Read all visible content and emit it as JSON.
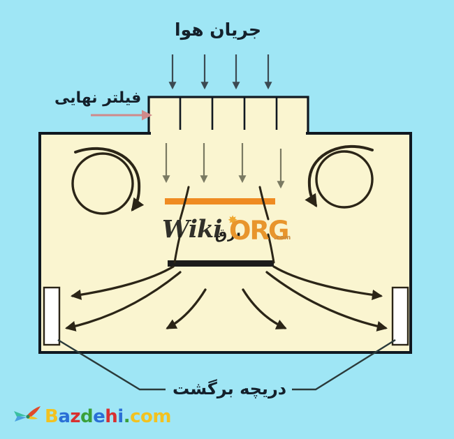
{
  "diagram": {
    "type": "cleanroom-unidirectional-airflow-schematic",
    "background_color": "#9fe6f5",
    "room_fill_color": "#faf5d0",
    "room_stroke_color": "#101820",
    "labels": {
      "airflow": "جریان هوا",
      "final_filter": "فیلتر نهایی",
      "return_damper": "دریچه برگشت"
    },
    "filter_box": {
      "cells": 5,
      "fill": "#faf5d0",
      "stroke": "#101820"
    },
    "diffuser_bars": [
      {
        "name": "orange-bar",
        "color": "#ef8b22"
      },
      {
        "name": "black-bar",
        "color": "#1c1c1c"
      }
    ],
    "vortices": [
      {
        "name": "left-vortex",
        "direction": "clockwise"
      },
      {
        "name": "right-vortex",
        "direction": "counter-clockwise"
      }
    ],
    "return_grilles": [
      {
        "name": "left-return-grille",
        "fill": "#ffffff"
      },
      {
        "name": "right-return-grille",
        "fill": "#ffffff"
      }
    ],
    "inlet_arrows_above_filter": 4,
    "inlet_arrows_inside_room": 4,
    "leader_line_color": "#2a3a3a",
    "filter_pointer_color": "#c98a8a"
  },
  "watermark": {
    "wiki": "Wiki",
    "farsi": "برق",
    "org": "ORG",
    "com": ".com",
    "star": "✸",
    "colors": {
      "dark": "#20201c",
      "orange": "#e8952c"
    }
  },
  "brand": {
    "letters": [
      {
        "char": "B",
        "color": "#f2c220"
      },
      {
        "char": "a",
        "color": "#2a6fd6"
      },
      {
        "char": "z",
        "color": "#d83030"
      },
      {
        "char": "d",
        "color": "#3aa03a"
      },
      {
        "char": "e",
        "color": "#2a6fd6"
      },
      {
        "char": "h",
        "color": "#d83030"
      },
      {
        "char": "i",
        "color": "#2a6fd6"
      },
      {
        "char": ".",
        "color": "#3aa03a"
      },
      {
        "char": "c",
        "color": "#f2c220"
      },
      {
        "char": "o",
        "color": "#f2c220"
      },
      {
        "char": "m",
        "color": "#f2c220"
      }
    ],
    "logo_name": "hummingbird-logo"
  }
}
